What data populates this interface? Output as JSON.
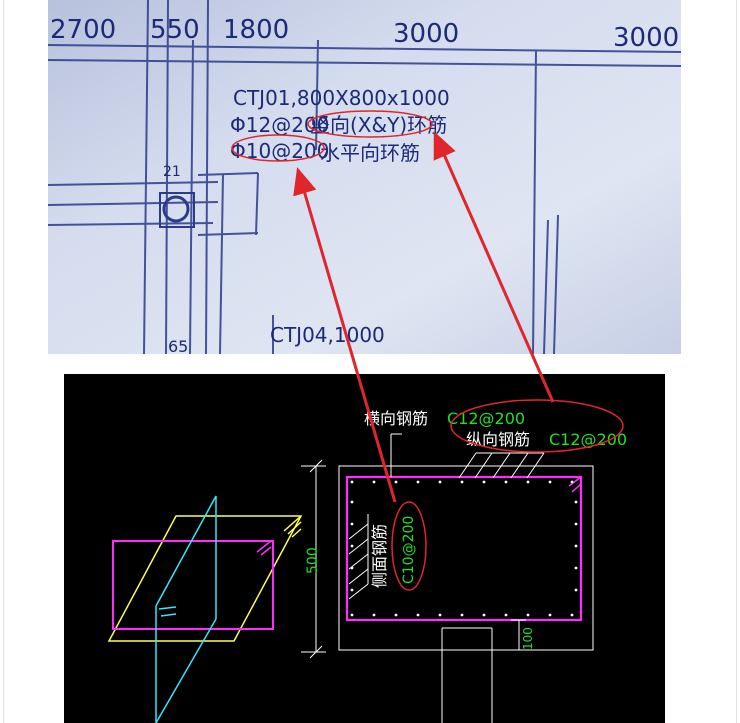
{
  "photo": {
    "dimensions": [
      "2700",
      "550",
      "1800",
      "3000",
      "3000"
    ],
    "label_line1": "CTJ01,800X800x1000",
    "label_line2_prefix": "Φ12@200",
    "label_line2_suffix": "竖向(X&Y)环筋",
    "label_line3_prefix": "Φ10@200",
    "label_line3_suffix": "水平向环筋",
    "grid_mark": "21",
    "lower_label": "CTJ04,1000",
    "lower_mark": "65"
  },
  "cad": {
    "horizontal_rebar_label": "横向钢筋",
    "horizontal_rebar_value": "C12@200",
    "longitudinal_rebar_label": "纵向钢筋",
    "longitudinal_rebar_value": "C12@200",
    "side_rebar_label": "侧面钢筋",
    "side_rebar_value": "C10@200",
    "dim_height": "500",
    "dim_cover": "100"
  },
  "colors": {
    "photo_bg": "#c9d2e6",
    "ink": "#1c2a78",
    "annotation_red": "#e0262a",
    "cad_white": "#ffffff",
    "cad_green": "#22e022",
    "cad_magenta": "#ff2cff",
    "cad_yellow": "#ffff55",
    "cad_cyan": "#33e6ff"
  }
}
